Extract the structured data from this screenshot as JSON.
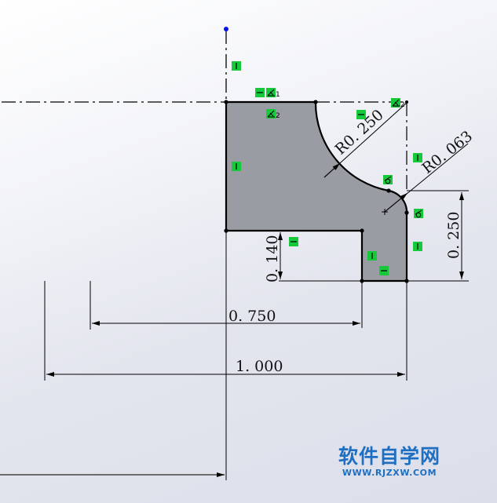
{
  "sketch": {
    "dimensions": {
      "radius_large": "R0. 250",
      "radius_small": "R0. 063",
      "height_right": "0. 250",
      "height_step": "0. 140",
      "width_step": "0. 750",
      "width_total": "1. 000"
    },
    "relations": {
      "horizontal": "horizontal-relation",
      "vertical": "vertical-relation",
      "tangent": "tangent-relation",
      "coincident_1_index": "1",
      "coincident_2_index": "2"
    },
    "colors": {
      "profile_fill": "#9a9ca3",
      "profile_edge": "#000000",
      "relation_badge": "#16c93a",
      "origin_point": "#0b10e8"
    }
  },
  "watermark": {
    "title": "软件自学网",
    "url": "WWW.RJZXW.COM"
  }
}
